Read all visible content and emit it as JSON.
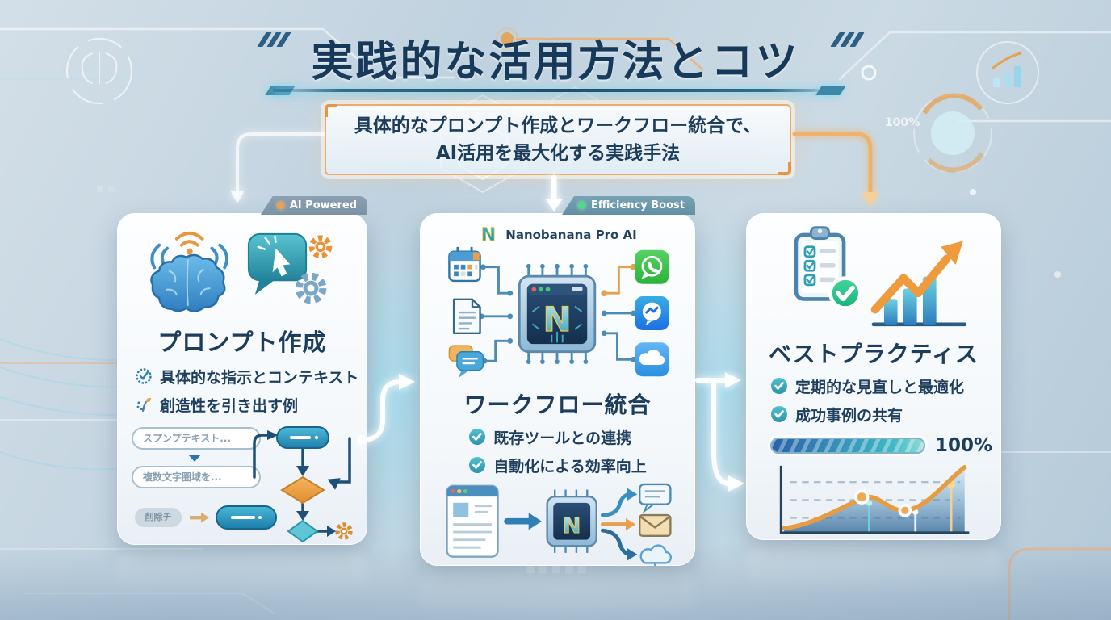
{
  "page": {
    "title": "実践的な活用方法とコツ"
  },
  "subtitle": {
    "line1": "具体的なプロンプト作成とワークフロー統合で、",
    "line2": "AI活用を最大化する実践手法"
  },
  "cards": {
    "prompt": {
      "badge": "AI Powered",
      "title": "プロンプト作成",
      "bullets": [
        "具体的な指示とコンテキスト",
        "創造性を引き出す例"
      ],
      "mock": {
        "field1": "スプンプテキスト...",
        "field2": "複数文字圏域を...",
        "chip": "削除チ"
      }
    },
    "workflow": {
      "badge": "Efficiency Boost",
      "brand": "Nanobanana Pro AI",
      "logo_letter": "N",
      "title": "ワークフロー統合",
      "bullets": [
        "既存ツールとの連携",
        "自動化による効率向上"
      ]
    },
    "best": {
      "title": "ベストプラクティス",
      "bullets": [
        "定期的な見直しと最適化",
        "成功事例の共有"
      ],
      "progress_label": "100%"
    }
  },
  "background": {
    "gauge_percent": "100%"
  },
  "colors": {
    "title_navy": "#16395A",
    "accent_orange": "#EFA450",
    "accent_teal": "#3FB0C6",
    "badge_gray": "#7B93A5",
    "badge_teal": "#628FA3",
    "whatsapp_green": "#4FCE5D",
    "messenger_blue": "#2196F3",
    "cloud_blue": "#42A5F5",
    "progress_start": "#2A61A8",
    "progress_end": "#3FB9C4",
    "chart_orange": "#E69C43"
  }
}
